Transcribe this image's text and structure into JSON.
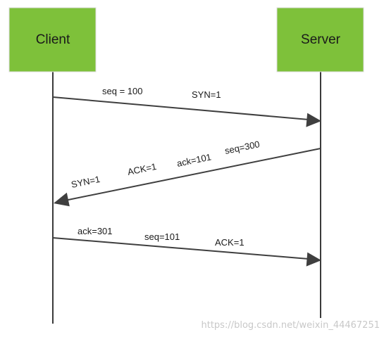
{
  "diagram": {
    "actors": [
      {
        "id": "client",
        "label": "Client"
      },
      {
        "id": "server",
        "label": "Server"
      }
    ],
    "box_color": "#7ec13a",
    "messages": [
      {
        "from": "client",
        "to": "server",
        "labels": [
          "seq = 100",
          "SYN=1"
        ]
      },
      {
        "from": "server",
        "to": "client",
        "labels": [
          "SYN=1",
          "ACK=1",
          "ack=101",
          "seq=300"
        ]
      },
      {
        "from": "client",
        "to": "server",
        "labels": [
          "ack=301",
          "seq=101",
          "ACK=1"
        ]
      }
    ]
  },
  "watermark": "https://blog.csdn.net/weixin_44467251"
}
